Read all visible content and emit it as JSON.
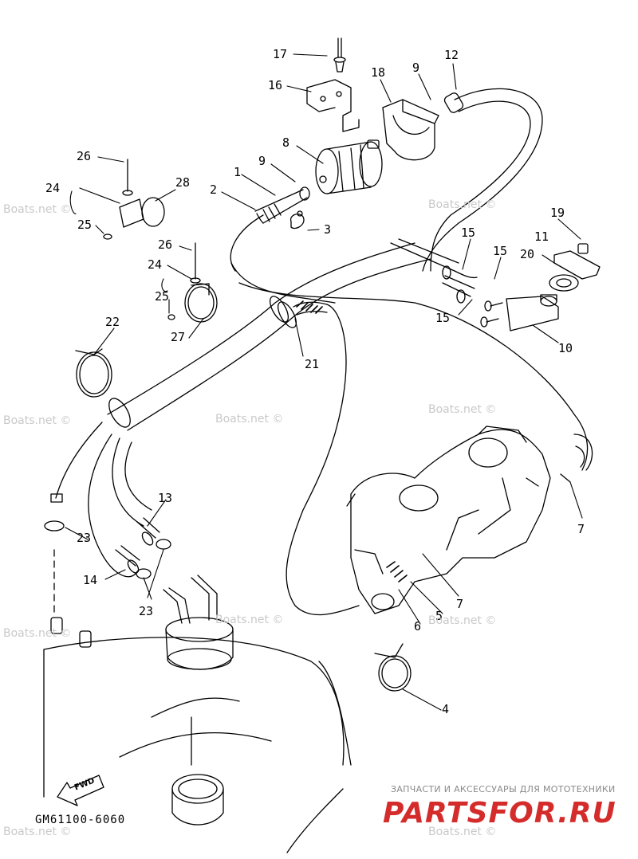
{
  "diagram": {
    "drawing_code": "GM61100-6060",
    "direction_label": "FWD",
    "parts": [
      {
        "id": "p1",
        "number": "1"
      },
      {
        "id": "p2",
        "number": "2"
      },
      {
        "id": "p3",
        "number": "3"
      },
      {
        "id": "p4",
        "number": "4"
      },
      {
        "id": "p5",
        "number": "5"
      },
      {
        "id": "p6",
        "number": "6"
      },
      {
        "id": "p7a",
        "number": "7"
      },
      {
        "id": "p7b",
        "number": "7"
      },
      {
        "id": "p8",
        "number": "8"
      },
      {
        "id": "p9a",
        "number": "9"
      },
      {
        "id": "p9b",
        "number": "9"
      },
      {
        "id": "p10",
        "number": "10"
      },
      {
        "id": "p11",
        "number": "11"
      },
      {
        "id": "p12",
        "number": "12"
      },
      {
        "id": "p13",
        "number": "13"
      },
      {
        "id": "p14",
        "number": "14"
      },
      {
        "id": "p15a",
        "number": "15"
      },
      {
        "id": "p15b",
        "number": "15"
      },
      {
        "id": "p15c",
        "number": "15"
      },
      {
        "id": "p16",
        "number": "16"
      },
      {
        "id": "p17",
        "number": "17"
      },
      {
        "id": "p18",
        "number": "18"
      },
      {
        "id": "p19",
        "number": "19"
      },
      {
        "id": "p20",
        "number": "20"
      },
      {
        "id": "p21",
        "number": "21"
      },
      {
        "id": "p22",
        "number": "22"
      },
      {
        "id": "p23a",
        "number": "23"
      },
      {
        "id": "p23b",
        "number": "23"
      },
      {
        "id": "p24a",
        "number": "24"
      },
      {
        "id": "p24b",
        "number": "24"
      },
      {
        "id": "p25a",
        "number": "25"
      },
      {
        "id": "p25b",
        "number": "25"
      },
      {
        "id": "p26a",
        "number": "26"
      },
      {
        "id": "p26b",
        "number": "26"
      },
      {
        "id": "p27",
        "number": "27"
      },
      {
        "id": "p28",
        "number": "28"
      }
    ]
  },
  "watermark": {
    "text": "Boats.net ©"
  },
  "branding": {
    "tagline": "ЗАПЧАСТИ И АКСЕССУАРЫ ДЛЯ МОТОТЕХНИКИ",
    "logo": "PARTSFOR.RU",
    "logo_color": "#d42b2b"
  }
}
